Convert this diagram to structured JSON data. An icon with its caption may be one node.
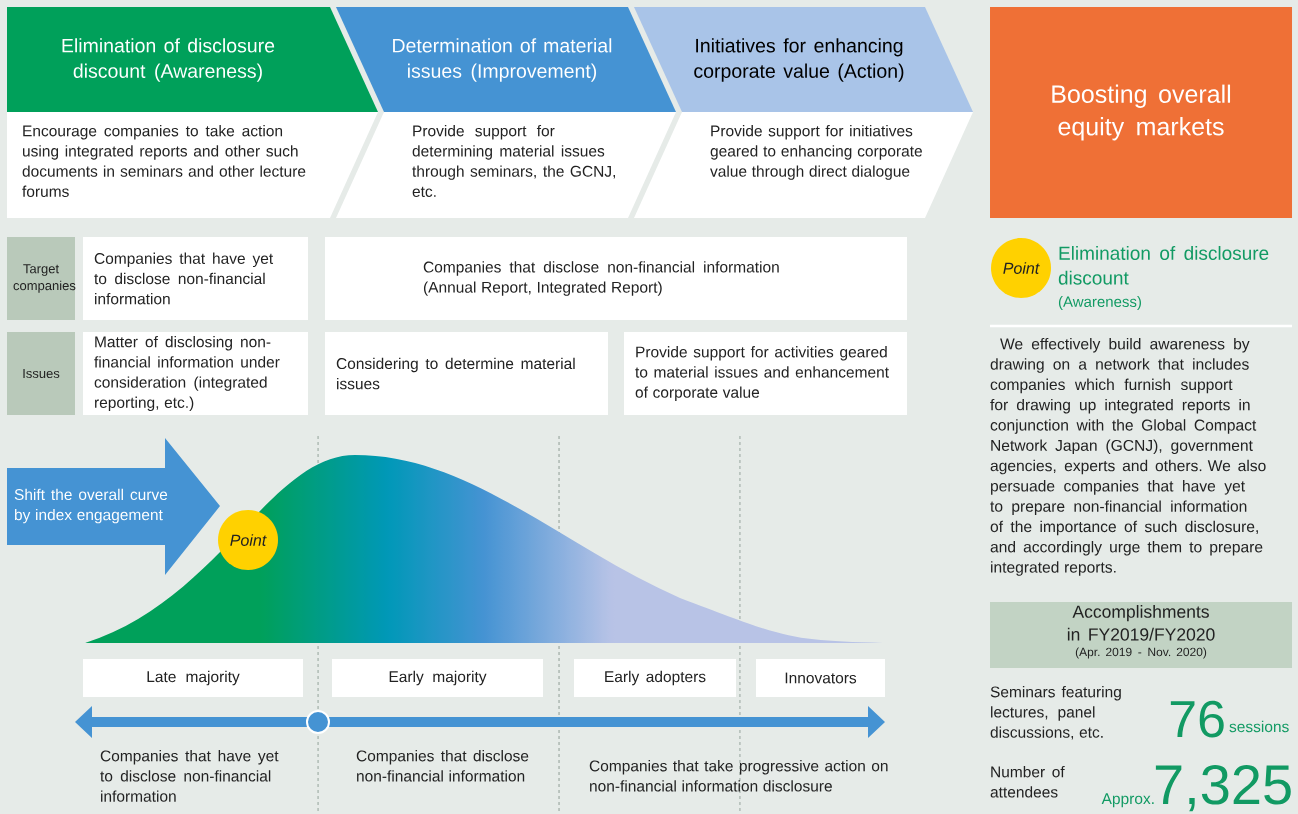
{
  "diagram": {
    "nodes": [
      {
        "text": [
          "Elimination of disclosure discount (Awareness)",
          "Encourage companies to take action using integrated reports and other such documents in seminars and other lecture forums"
        ]
      },
      {
        "text": [
          "Determination of material issues (Improvement)",
          "Provide support for determining material issues through seminars, the GCNJ, etc."
        ]
      },
      {
        "text": [
          "Initiatives for enhancing corporate value (Action)",
          "Provide support for initiatives geared to enhancing corporate value through direct dialogue"
        ]
      },
      {
        "text": [
          "Boosting overall equity markets"
        ]
      },
      {
        "text": [
          "Target companies"
        ]
      },
      {
        "text": [
          "Companies that have yet to disclose non-financial information"
        ]
      },
      {
        "text": [
          "Companies that disclose non-financial information (Annual Report, Integrated Report)"
        ]
      },
      {
        "text": [
          "Issues"
        ]
      },
      {
        "text": [
          "Matter of disclosing non-financial information under consideration (integrated reporting, etc.)"
        ]
      },
      {
        "text": [
          "Considering to determine material issues"
        ]
      },
      {
        "text": [
          "Provide support for activities geared to material issues and enhancement of corporate value"
        ]
      },
      {
        "text": [
          "Shift the overall curve by index engagement"
        ]
      },
      {
        "text": [
          "Point"
        ]
      },
      {
        "text": [
          "Late majority"
        ]
      },
      {
        "text": [
          "Early majority"
        ]
      },
      {
        "text": [
          "Early adopters"
        ]
      },
      {
        "text": [
          "Innovators"
        ]
      },
      {
        "text": [
          "Point"
        ],
        "beside": [
          "Elimination of disclosure discount",
          "(Awareness)"
        ]
      },
      {
        "text": [
          "Accomplishments in FY2019/FY2020",
          "(Apr. 2019 - Nov. 2020)"
        ]
      }
    ],
    "labels": [
      "Companies that have yet to disclose non-financial information",
      "Companies that disclose non-financial information",
      "Companies that take progressive action on non-financial information disclosure",
      "We effectively build awareness by drawing on a network that includes companies which furnish support for drawing up integrated reports in conjunction with the Global Compact Network Japan (GCNJ), government agencies, experts and others. We also persuade companies that have yet to prepare non-financial information of the importance of such disclosure, and accordingly urge them to prepare integrated reports.",
      "Seminars featuring lectures, panel discussions, etc.",
      "76",
      "sessions",
      "Number of attendees",
      "Approx.",
      "7,325"
    ]
  }
}
